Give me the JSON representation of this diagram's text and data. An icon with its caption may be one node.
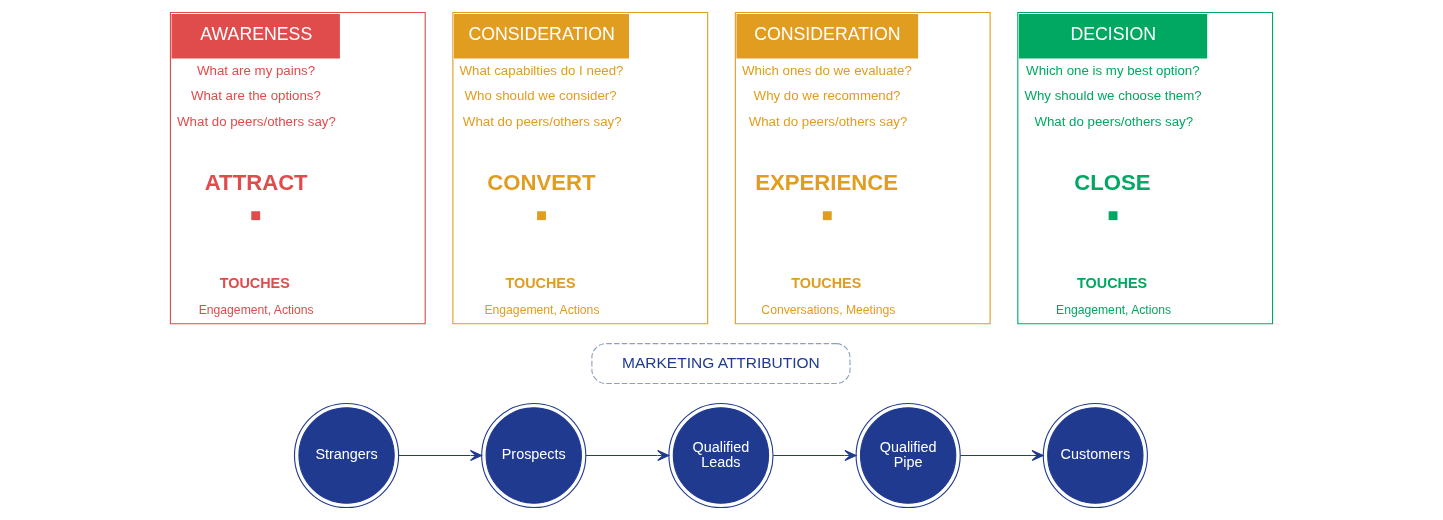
{
  "diagram": {
    "nodes": [
      {
        "text": [
          "MARKETING ATTRIBUTION"
        ]
      },
      {
        "text": [
          "AWARENESS",
          "What are my pains?",
          "What are the options?",
          "What do peers/others say?",
          "ATTRACT",
          "TOUCHES",
          "Engagement, Actions"
        ]
      },
      {
        "text": [
          "CONSIDERATION",
          "What capabilties do I need?",
          "Who should we consider?",
          "What do peers/others say?",
          "CONVERT",
          "TOUCHES",
          "Engagement, Actions"
        ]
      },
      {
        "text": [
          "CONSIDERATION",
          "Which ones do we evaluate?",
          "Why do we recommend?",
          "What do peers/others say?",
          "EXPERIENCE",
          "TOUCHES",
          "Conversations, Meetings"
        ]
      },
      {
        "text": [
          "DECISION",
          "Which one is my best option?",
          "Why should we choose them?",
          "What do peers/others say?",
          "CLOSE",
          "TOUCHES",
          "Engagement, Actions"
        ]
      },
      {
        "text": [
          "Strangers"
        ]
      },
      {
        "text": [
          "Prospects"
        ]
      },
      {
        "text": [
          "Qualified Leads"
        ]
      },
      {
        "text": [
          "Qualified Pipe"
        ]
      },
      {
        "text": [
          "Customers"
        ]
      }
    ],
    "edges": [
      {
        "from": 5,
        "to": 6,
        "arrow": "to"
      },
      {
        "from": 6,
        "to": 7,
        "arrow": "to"
      },
      {
        "from": 7,
        "to": 8,
        "arrow": "to"
      },
      {
        "from": 8,
        "to": 9,
        "arrow": "to"
      }
    ]
  }
}
